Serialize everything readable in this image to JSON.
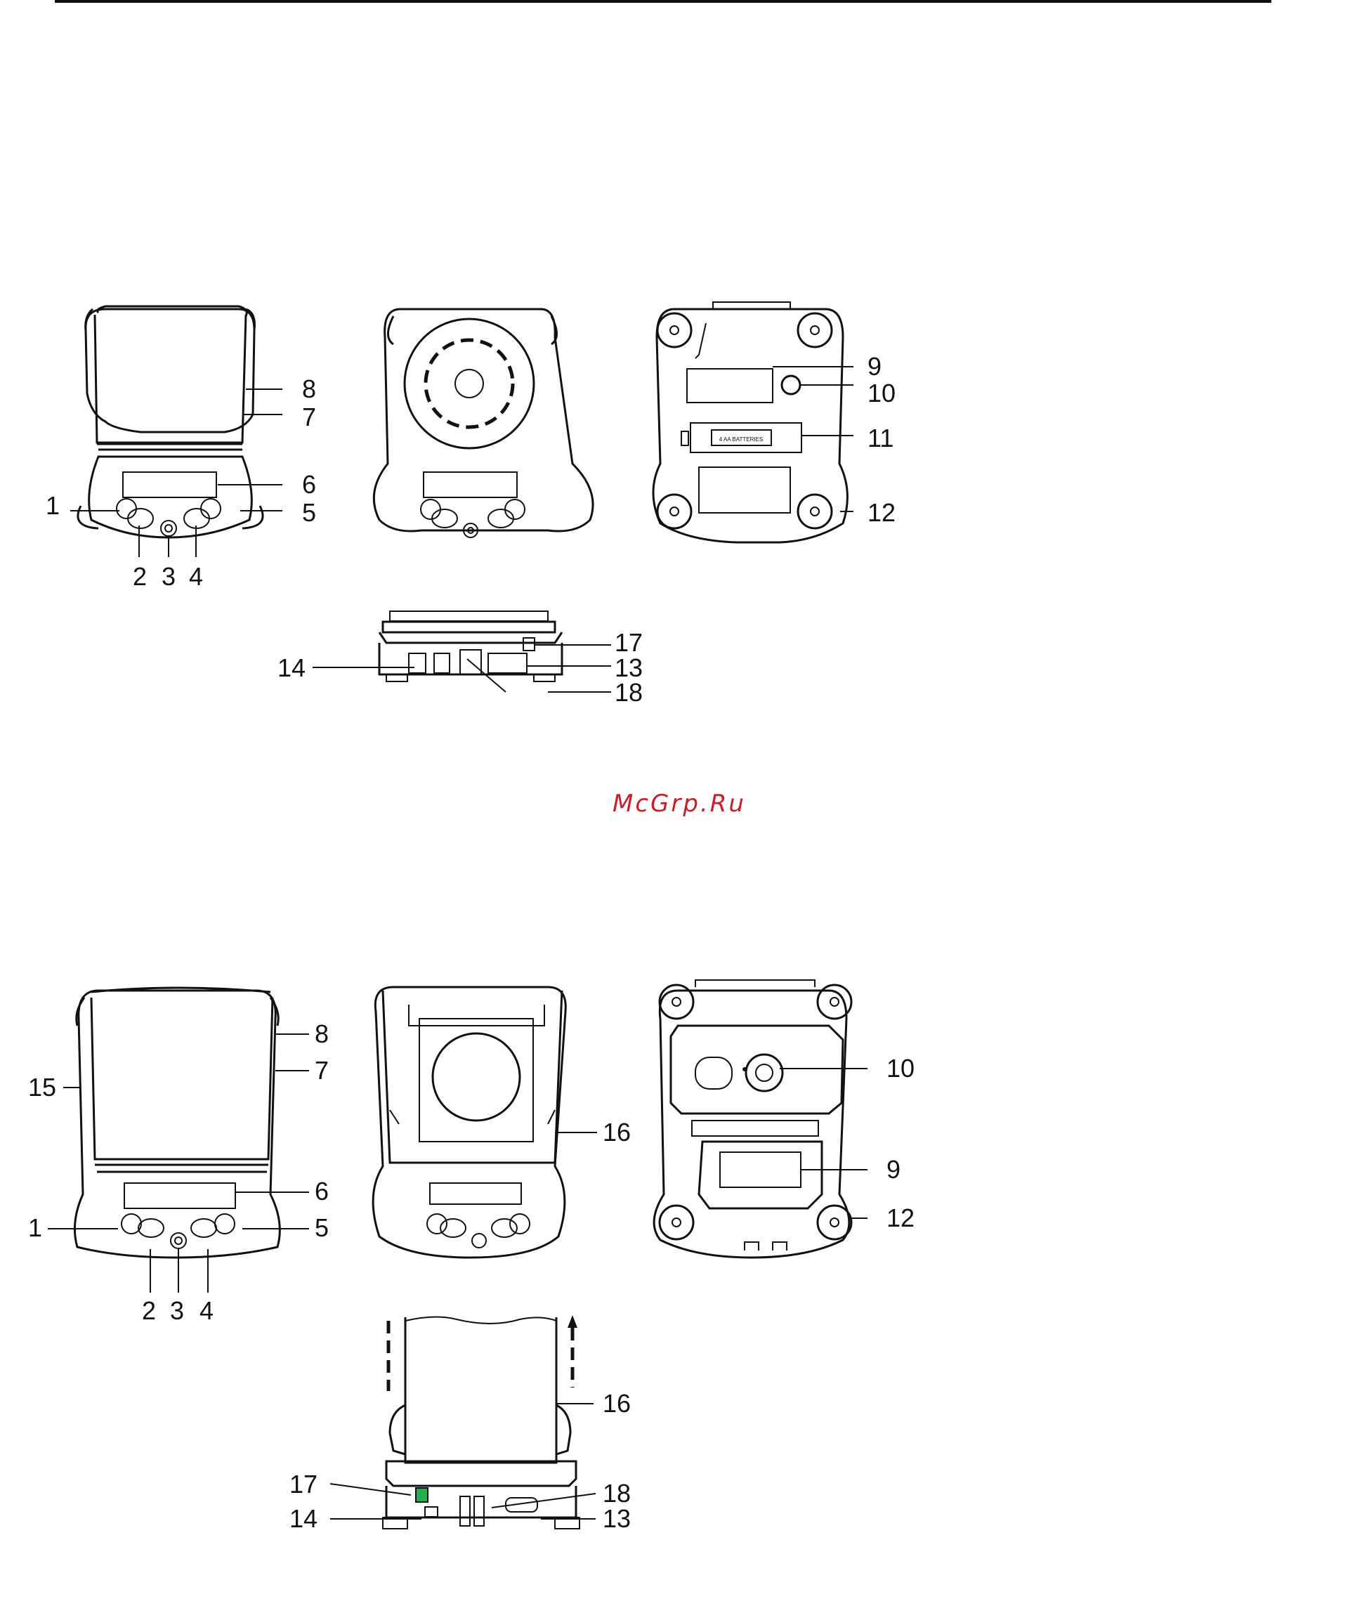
{
  "watermark": "McGrp.Ru",
  "colors": {
    "watermark": "#c4212a",
    "ink": "#111111",
    "indicator": "#22b14c"
  },
  "figure1": {
    "front_labels": [
      "1",
      "2",
      "3",
      "4",
      "5",
      "6",
      "7",
      "8"
    ],
    "top_labels": [],
    "bottom_labels": [
      "9",
      "10",
      "11",
      "12"
    ],
    "battery_text": "4 AA BATTERIES",
    "rear_labels": [
      "14",
      "17",
      "13",
      "18"
    ]
  },
  "figure2": {
    "front_labels": [
      "1",
      "2",
      "3",
      "4",
      "5",
      "6",
      "7",
      "8",
      "15"
    ],
    "top_labels": [
      "16"
    ],
    "bottom_labels": [
      "10",
      "9",
      "12"
    ],
    "rear_labels": [
      "16",
      "17",
      "18",
      "14",
      "13"
    ]
  }
}
